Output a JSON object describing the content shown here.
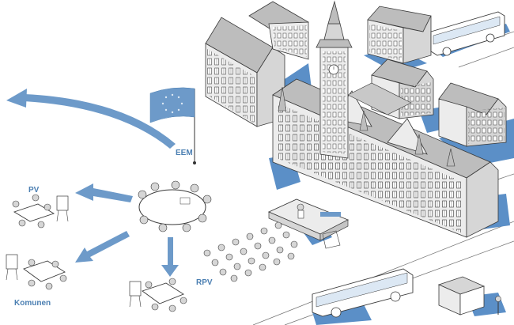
{
  "labels": {
    "eem": "EEM",
    "pv": "PV",
    "rpv": "RPV",
    "komunen": "Komunen"
  },
  "colors": {
    "accent_blue": "#6d9ac9",
    "shadow_blue": "#5b8fc7",
    "label_blue": "#4b7fb2",
    "line": "#3a3a3a",
    "roof": "#bdbdbd",
    "wall": "#ececec"
  },
  "icons": [
    "eu-flag-icon",
    "town-hall-icon",
    "bus-icon",
    "kiosk-icon",
    "stage-icon",
    "audience-icon",
    "meeting-table-icon",
    "flipchart-icon"
  ]
}
